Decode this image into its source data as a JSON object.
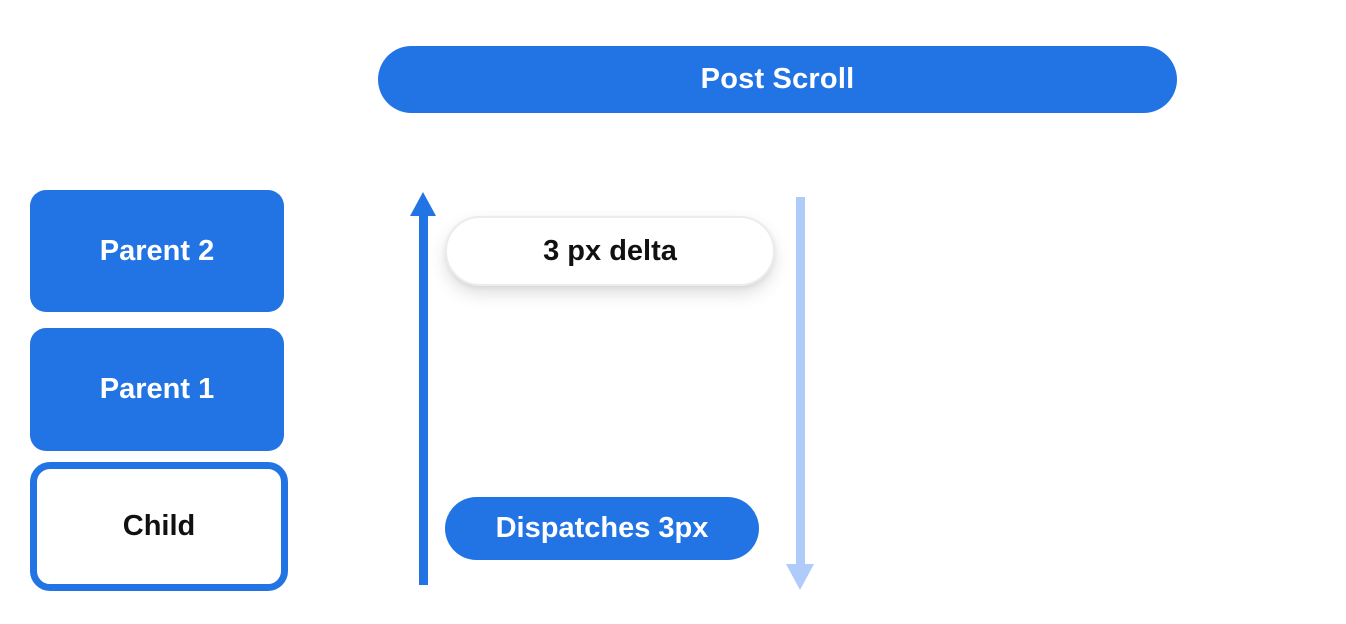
{
  "colors": {
    "primary_blue": "#2274e5",
    "light_blue": "#aecbfa",
    "chip_border": "#ececec",
    "text_dark": "#111111",
    "text_white": "#ffffff"
  },
  "banner": {
    "label": "Post Scroll"
  },
  "stack": {
    "items": [
      {
        "label": "Parent 2",
        "variant": "filled"
      },
      {
        "label": "Parent 1",
        "variant": "filled"
      },
      {
        "label": "Child",
        "variant": "outlined"
      }
    ]
  },
  "flow": {
    "delta_chip": {
      "label": "3 px delta"
    },
    "dispatch_chip": {
      "label": "Dispatches 3px"
    },
    "icons": {
      "up": "up-arrow-icon",
      "down": "down-arrow-icon"
    }
  }
}
